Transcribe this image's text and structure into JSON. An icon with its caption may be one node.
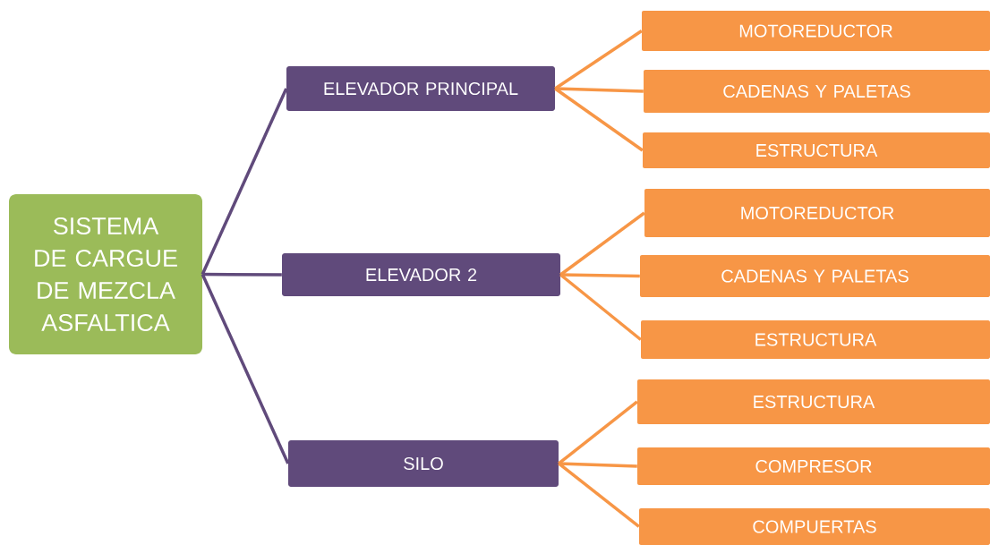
{
  "diagram": {
    "nodes": [
      {
        "text": [
          "SISTEMA DE CARGUE DE MEZCLA ASFALTICA"
        ]
      },
      {
        "text": [
          "ELEVADOR PRINCIPAL"
        ]
      },
      {
        "text": [
          "MOTOREDUCTOR"
        ]
      },
      {
        "text": [
          "CADENAS Y PALETAS"
        ]
      },
      {
        "text": [
          "ESTRUCTURA"
        ]
      },
      {
        "text": [
          "ELEVADOR 2"
        ]
      },
      {
        "text": [
          "MOTOREDUCTOR"
        ]
      },
      {
        "text": [
          "CADENAS Y PALETAS"
        ]
      },
      {
        "text": [
          "ESTRUCTURA"
        ]
      },
      {
        "text": [
          "SILO"
        ]
      },
      {
        "text": [
          "ESTRUCTURA"
        ]
      },
      {
        "text": [
          "COMPRESOR"
        ]
      },
      {
        "text": [
          "COMPUERTAS"
        ]
      }
    ],
    "edges": [
      {
        "from": 0,
        "to": 1,
        "arrow": "none",
        "color": "#604a7b"
      },
      {
        "from": 0,
        "to": 5,
        "arrow": "none",
        "color": "#604a7b"
      },
      {
        "from": 0,
        "to": 9,
        "arrow": "none",
        "color": "#604a7b"
      },
      {
        "from": 1,
        "to": 2,
        "arrow": "none"
      },
      {
        "from": 1,
        "to": 3,
        "arrow": "none"
      },
      {
        "from": 1,
        "to": 4,
        "arrow": "none"
      },
      {
        "from": 5,
        "to": 6,
        "arrow": "none"
      },
      {
        "from": 5,
        "to": 7,
        "arrow": "none"
      },
      {
        "from": 5,
        "to": 8,
        "arrow": "none"
      },
      {
        "from": 9,
        "to": 10,
        "arrow": "none"
      },
      {
        "from": 9,
        "to": 11,
        "arrow": "none"
      },
      {
        "from": 9,
        "to": 12,
        "arrow": "none"
      }
    ]
  }
}
